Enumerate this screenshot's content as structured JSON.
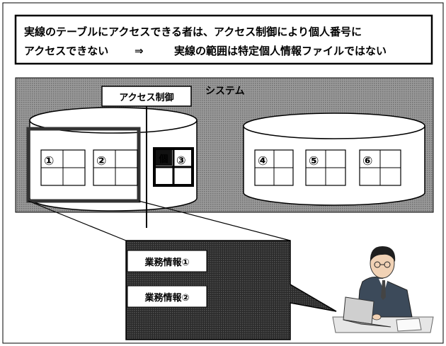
{
  "header": {
    "line1": "実線のテーブルにアクセスできる者は、アクセス制御により個人番号に",
    "line2_left": "アクセスできない",
    "arrow": "⇒",
    "line2_right": "実線の範囲は特定個人情報ファイルではない"
  },
  "system": {
    "title": "システム",
    "access_label": "アクセス制御"
  },
  "tables": {
    "t1": "①",
    "t2": "②",
    "t3": "③",
    "t4": "④",
    "t5": "⑤",
    "t6": "⑥",
    "personal_mark": "個"
  },
  "callout": {
    "item1": "業務情報①",
    "item2": "業務情報②"
  },
  "illustration": {
    "icon": "office-worker-at-laptop"
  }
}
